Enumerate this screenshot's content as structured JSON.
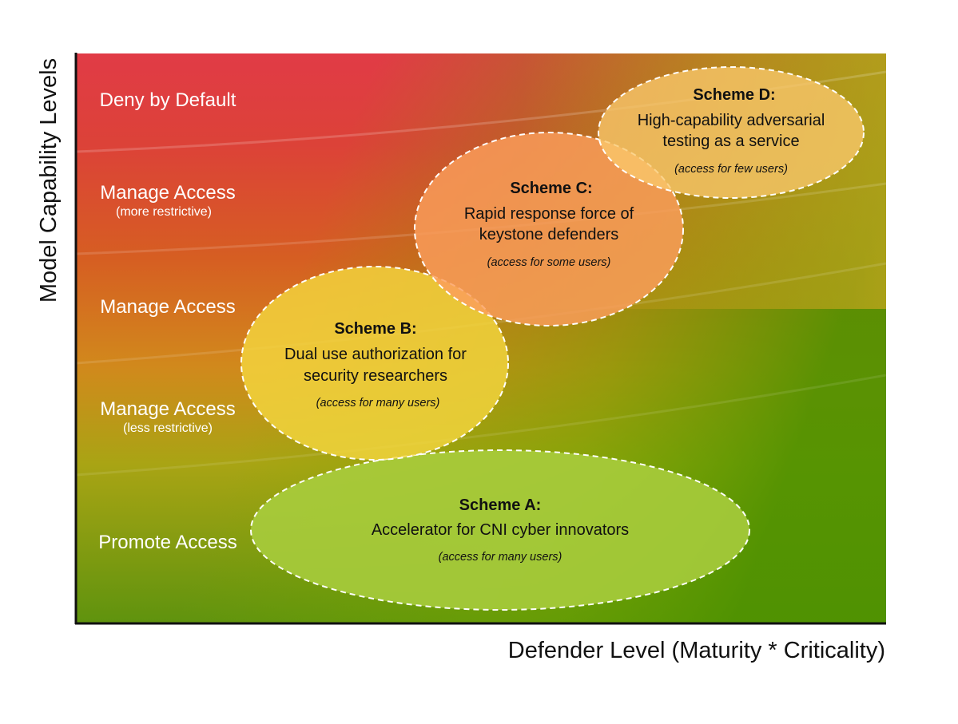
{
  "axes": {
    "y_title": "Model Capability Levels",
    "x_title": "Defender Level (Maturity * Criticality)"
  },
  "levels": [
    {
      "label": "Deny by Default",
      "sub": ""
    },
    {
      "label": "Manage Access",
      "sub": "(more restrictive)"
    },
    {
      "label": "Manage Access",
      "sub": ""
    },
    {
      "label": "Manage Access",
      "sub": "(less restrictive)"
    },
    {
      "label": "Promote Access",
      "sub": ""
    }
  ],
  "schemes": [
    {
      "name": "Scheme A:",
      "desc1": "Accelerator for CNI cyber innovators",
      "desc2": "",
      "access": "(access for many users)",
      "color": "#a8cc3a"
    },
    {
      "name": "Scheme B:",
      "desc1": "Dual use authorization for",
      "desc2": "security researchers",
      "access": "(access for many users)",
      "color": "#f2d23c"
    },
    {
      "name": "Scheme C:",
      "desc1": "Rapid response force of",
      "desc2": "keystone defenders",
      "access": "(access for some users)",
      "color": "#f9a25a"
    },
    {
      "name": "Scheme D:",
      "desc1": "High-capability adversarial",
      "desc2": "testing as a service",
      "access": "(access for few users)",
      "color": "#f8c46a"
    }
  ],
  "colors": {
    "top": "#de3b44",
    "upper_mid": "#d9582a",
    "middle": "#d58a1c",
    "lower_mid": "#a9a418",
    "bottom": "#5c8f0a",
    "right_green": "#5a9a00",
    "axis_line": "#111111"
  }
}
